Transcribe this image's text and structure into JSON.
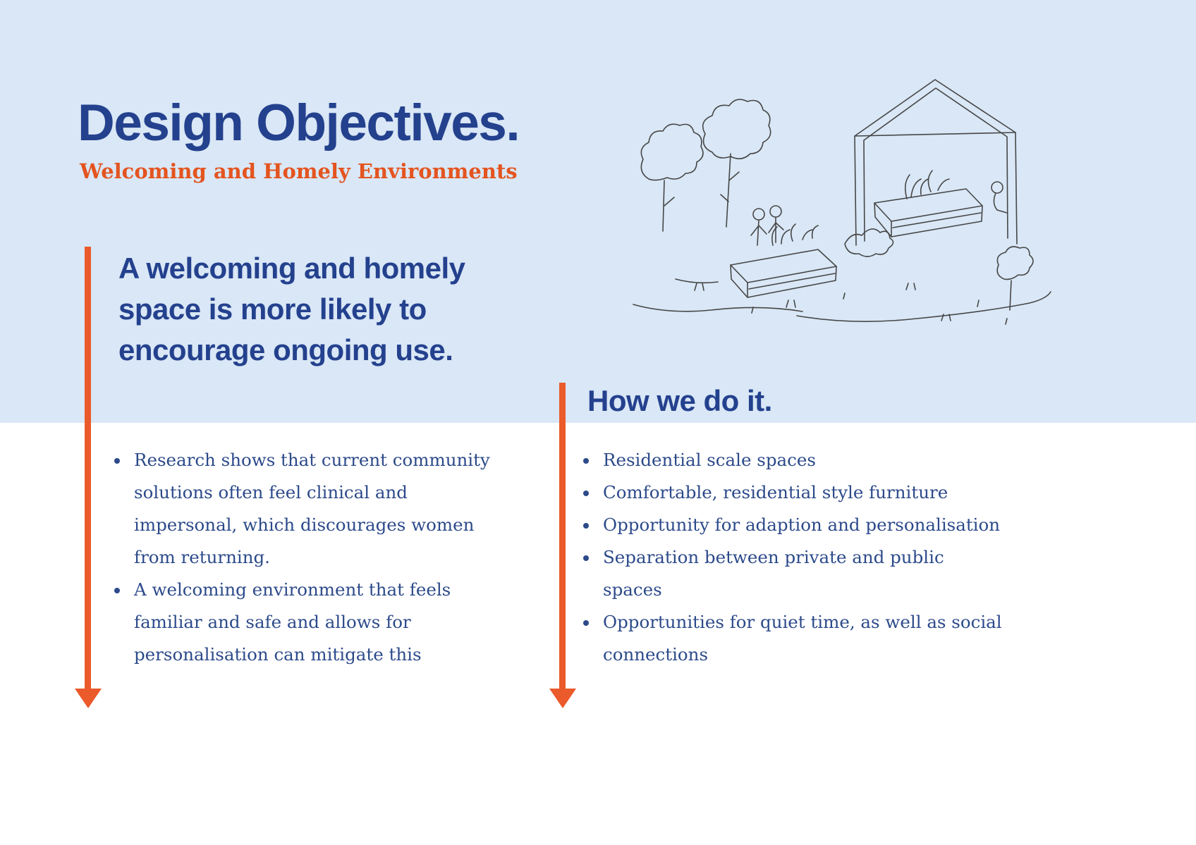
{
  "header": {
    "title": "Design Objectives.",
    "subtitle": "Welcoming and Homely Environments"
  },
  "left_section": {
    "heading": "A welcoming and homely space is more likely to encourage ongoing use.",
    "bullets": [
      "Research shows that current community solutions often feel clinical and impersonal, which discourages women from returning.",
      "A welcoming environment that feels familiar and safe and allows for personalisation can mitigate this"
    ]
  },
  "right_section": {
    "heading": "How we do it.",
    "bullets": [
      "Residential scale spaces",
      "Comfortable, residential style furniture",
      "Opportunity for adaption and personalisation",
      "Separation between private and public spaces",
      "Opportunities for quiet time, as well as social connections"
    ]
  },
  "illustration": {
    "name": "community-garden-sketch"
  },
  "colors": {
    "dark_blue": "#24418e",
    "body_blue": "#2c4a8a",
    "orange_accent": "#eb5a2b",
    "subtitle_orange": "#e4541f",
    "light_blue_background": "#d9e7f6",
    "white_background": "#ffffff"
  }
}
